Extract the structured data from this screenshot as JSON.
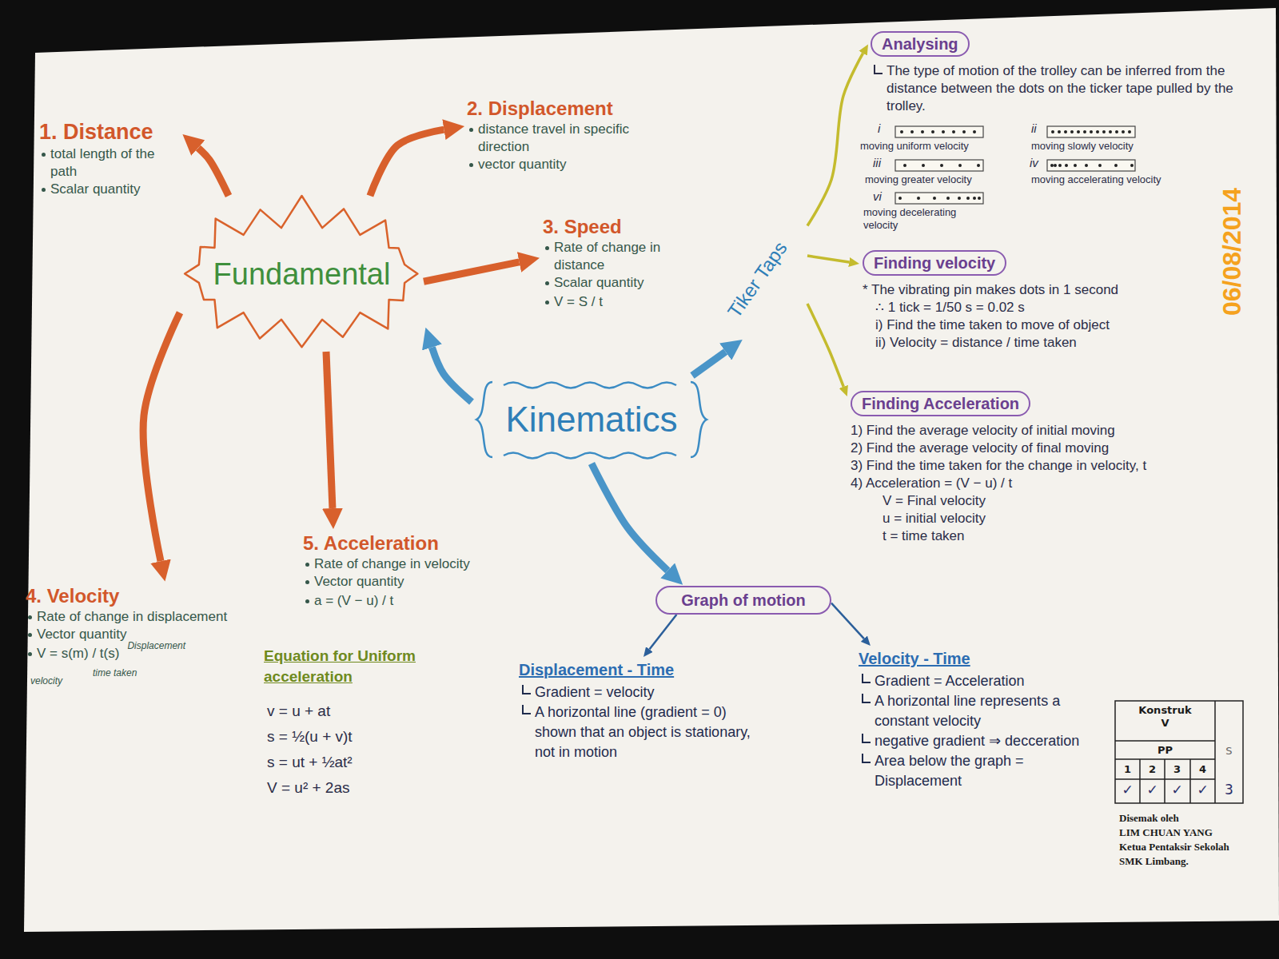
{
  "diagram": {
    "nodes": [
      {
        "text": [
          "Fundamental"
        ]
      },
      {
        "text": [
          "1. Distance",
          "total length of the path",
          "Scalar quantity"
        ]
      },
      {
        "text": [
          "2. Displacement",
          "distance travel in specific direction",
          "vector quantity"
        ]
      },
      {
        "text": [
          "3. Speed",
          "Rate of change in distance",
          "Scalar quantity",
          "V = S / t"
        ]
      },
      {
        "text": [
          "4. Velocity",
          "Rate of change in displacement",
          "Vector quantity",
          "V = s(m) / t(s)"
        ]
      },
      {
        "text": [
          "5. Acceleration",
          "Rate of change in velocity",
          "Vector quantity",
          "a = (V − u) / t"
        ]
      },
      {
        "text": [
          "Kinematics"
        ]
      },
      {
        "text": [
          "Tiker Taps"
        ]
      },
      {
        "text": [
          "Analysing",
          "The type of motion of the trolley can be inferred from the distance between the dots on the ticker tape pulled by the trolley."
        ]
      },
      {
        "text": [
          "Finding velocity",
          "* The vibrating pin makes dots in 1 second",
          "∴ 1 tick = 1/50 s = 0.02 s",
          "i) Find the time taken to move of object",
          "ii) Velocity = distance / time taken"
        ]
      },
      {
        "text": [
          "Finding Acceleration",
          "1) Find the average velocity of initial moving",
          "2) Find the average velocity of final moving",
          "3) Find the time taken for the change in velocity, t",
          "4) Acceleration = (V − u) / t",
          "V = Final velocity",
          "u = initial velocity",
          "t = time taken"
        ]
      },
      {
        "text": [
          "Graph of motion"
        ]
      },
      {
        "text": [
          "Displacement - Time",
          "Gradient = velocity",
          "A horizontal line (gradient = 0) shown that an object is stationary, not in motion"
        ]
      },
      {
        "text": [
          "Velocity - Time",
          "Gradient = Acceleration",
          "A horizontal line represents a constant velocity",
          "negative gradient ⇒ decceration",
          "Area below the graph = Displacement"
        ]
      }
    ],
    "edges": [
      {
        "from": 0,
        "to": 1,
        "arrow": "to"
      },
      {
        "from": 0,
        "to": 2,
        "arrow": "to"
      },
      {
        "from": 0,
        "to": 3,
        "arrow": "to"
      },
      {
        "from": 0,
        "to": 4,
        "arrow": "to"
      },
      {
        "from": 0,
        "to": 5,
        "arrow": "to"
      },
      {
        "from": 6,
        "to": 0,
        "arrow": "to"
      },
      {
        "from": 6,
        "to": 7,
        "arrow": "to"
      },
      {
        "from": 7,
        "to": 8,
        "arrow": "to"
      },
      {
        "from": 7,
        "to": 9,
        "arrow": "to"
      },
      {
        "from": 7,
        "to": 10,
        "arrow": "to"
      },
      {
        "from": 6,
        "to": 11,
        "arrow": "to"
      },
      {
        "from": 11,
        "to": 12,
        "arrow": "to"
      },
      {
        "from": 11,
        "to": 13,
        "arrow": "to"
      }
    ],
    "labels": [
      "Displacement",
      "velocity",
      "time taken",
      "Equation for Uniform acceleration",
      "v = u + at",
      "s = ½(u + v)t",
      "s = ut + ½at²",
      "V = u² + 2as",
      "i",
      "moving uniform velocity",
      "ii",
      "moving slowly velocity",
      "iii",
      "moving greater velocity",
      "iv",
      "moving accelerating velocity",
      "vi",
      "moving decelerating velocity",
      "06/08/2014",
      "Konstruk V",
      "PP",
      "S",
      "1",
      "2",
      "3",
      "4",
      "✓",
      "✓",
      "✓",
      "✓",
      "3",
      "Disemak oleh",
      "LIM CHUAN YANG",
      "Ketua Pentaksir Sekolah",
      "SMK Limbang."
    ]
  }
}
